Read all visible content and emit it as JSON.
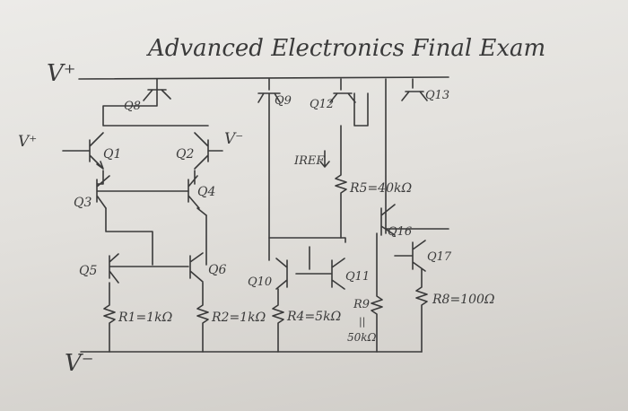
{
  "sheet": {
    "title": "Advanced Electronics Final Exam",
    "vplus": "V⁺",
    "vplus_left": "V⁺",
    "vminus_top": "V⁻",
    "vminus_bottom": "V⁻"
  },
  "transistors": {
    "q1": "Q1",
    "q2": "Q2",
    "q3": "Q3",
    "q4": "Q4",
    "q5": "Q5",
    "q6": "Q6",
    "q8": "Q8",
    "q9": "Q9",
    "q10": "Q10",
    "q11": "Q11",
    "q12": "Q12",
    "q13": "Q13",
    "q16": "Q16",
    "q17": "Q17"
  },
  "resistors": {
    "r1": "R1=1kΩ",
    "r2": "R2=1kΩ",
    "r4": "R4=5kΩ",
    "r5": "R5=40kΩ",
    "r8": "R8=100Ω",
    "r9": "R9",
    "r9_eq": "||",
    "r9_value": "50kΩ"
  },
  "labels": {
    "iref": "IREF"
  }
}
